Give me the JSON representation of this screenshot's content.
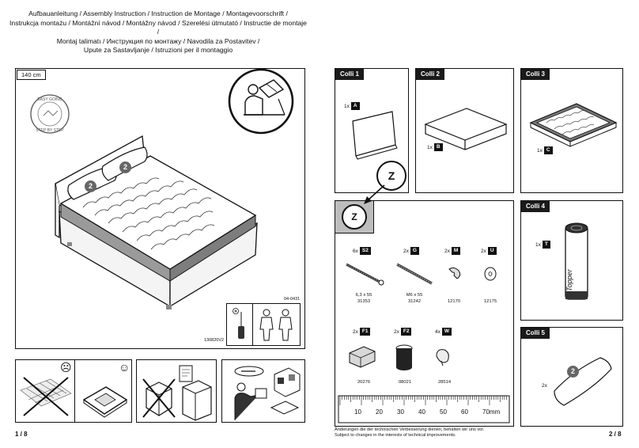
{
  "header": {
    "lines": [
      "Aufbauanleitung / Assembly Instruction / Instruction de Montage / Montagevoorschrift /",
      "Instrukcja montażu / Montážní návod / Montážny návod / Szerelési útmutató / Instructie de montaje /",
      "Montaj talimatı / Инструкция по монтажу / Navodila za Postavitev /",
      "Upute za Sastavljanje / Istruzioni per il montaggio"
    ]
  },
  "left_panel": {
    "size_label": "140 cm",
    "stamp_text": "EASY GOING · STEP BY STEP",
    "pillow_marker": "2",
    "ref_code": "04-0431",
    "code": "130820V2"
  },
  "tips": {
    "sad_icon": "☹",
    "happy_icon": "☺"
  },
  "colli": [
    {
      "title": "Colli 1",
      "qty": "1x",
      "part": "A"
    },
    {
      "title": "Colli 2",
      "qty": "1x",
      "part": "B"
    },
    {
      "title": "Colli 3",
      "qty": "1x",
      "part": "C"
    },
    {
      "title": "Colli 4",
      "qty": "1x",
      "part": "T",
      "label": "Topper"
    },
    {
      "title": "Colli 5",
      "qty": "2x",
      "marker": "2"
    }
  ],
  "bag_letter": "Z",
  "hardware": [
    {
      "qty": "6x",
      "part": "S2",
      "size": "6,3 x 55",
      "num": "31353"
    },
    {
      "qty": "2x",
      "part": "G",
      "size": "M6 x 55",
      "num": "31242"
    },
    {
      "qty": "2x",
      "part": "M",
      "size": "",
      "num": "12170"
    },
    {
      "qty": "2x",
      "part": "U",
      "size": "",
      "num": "12175"
    },
    {
      "qty": "2x",
      "part": "F1",
      "size": "",
      "num": "20276"
    },
    {
      "qty": "2x",
      "part": "F2",
      "size": "",
      "num": "08021"
    },
    {
      "qty": "4x",
      "part": "W",
      "size": "",
      "num": "28514"
    }
  ],
  "ruler": {
    "labels": [
      "10",
      "20",
      "30",
      "40",
      "50",
      "60",
      "70mm"
    ]
  },
  "footer": {
    "page_left": "1 / 8",
    "page_right": "2 / 8",
    "disclaimer_de": "Änderungen die der technischen Verbesserung dienen, behalten wir uns vor.",
    "disclaimer_en": "Subject to changes in the interests of technical improvements."
  },
  "colors": {
    "frame": "#111111",
    "header_bg": "#1a1a1a",
    "bag_bg": "#bdbdbd"
  }
}
